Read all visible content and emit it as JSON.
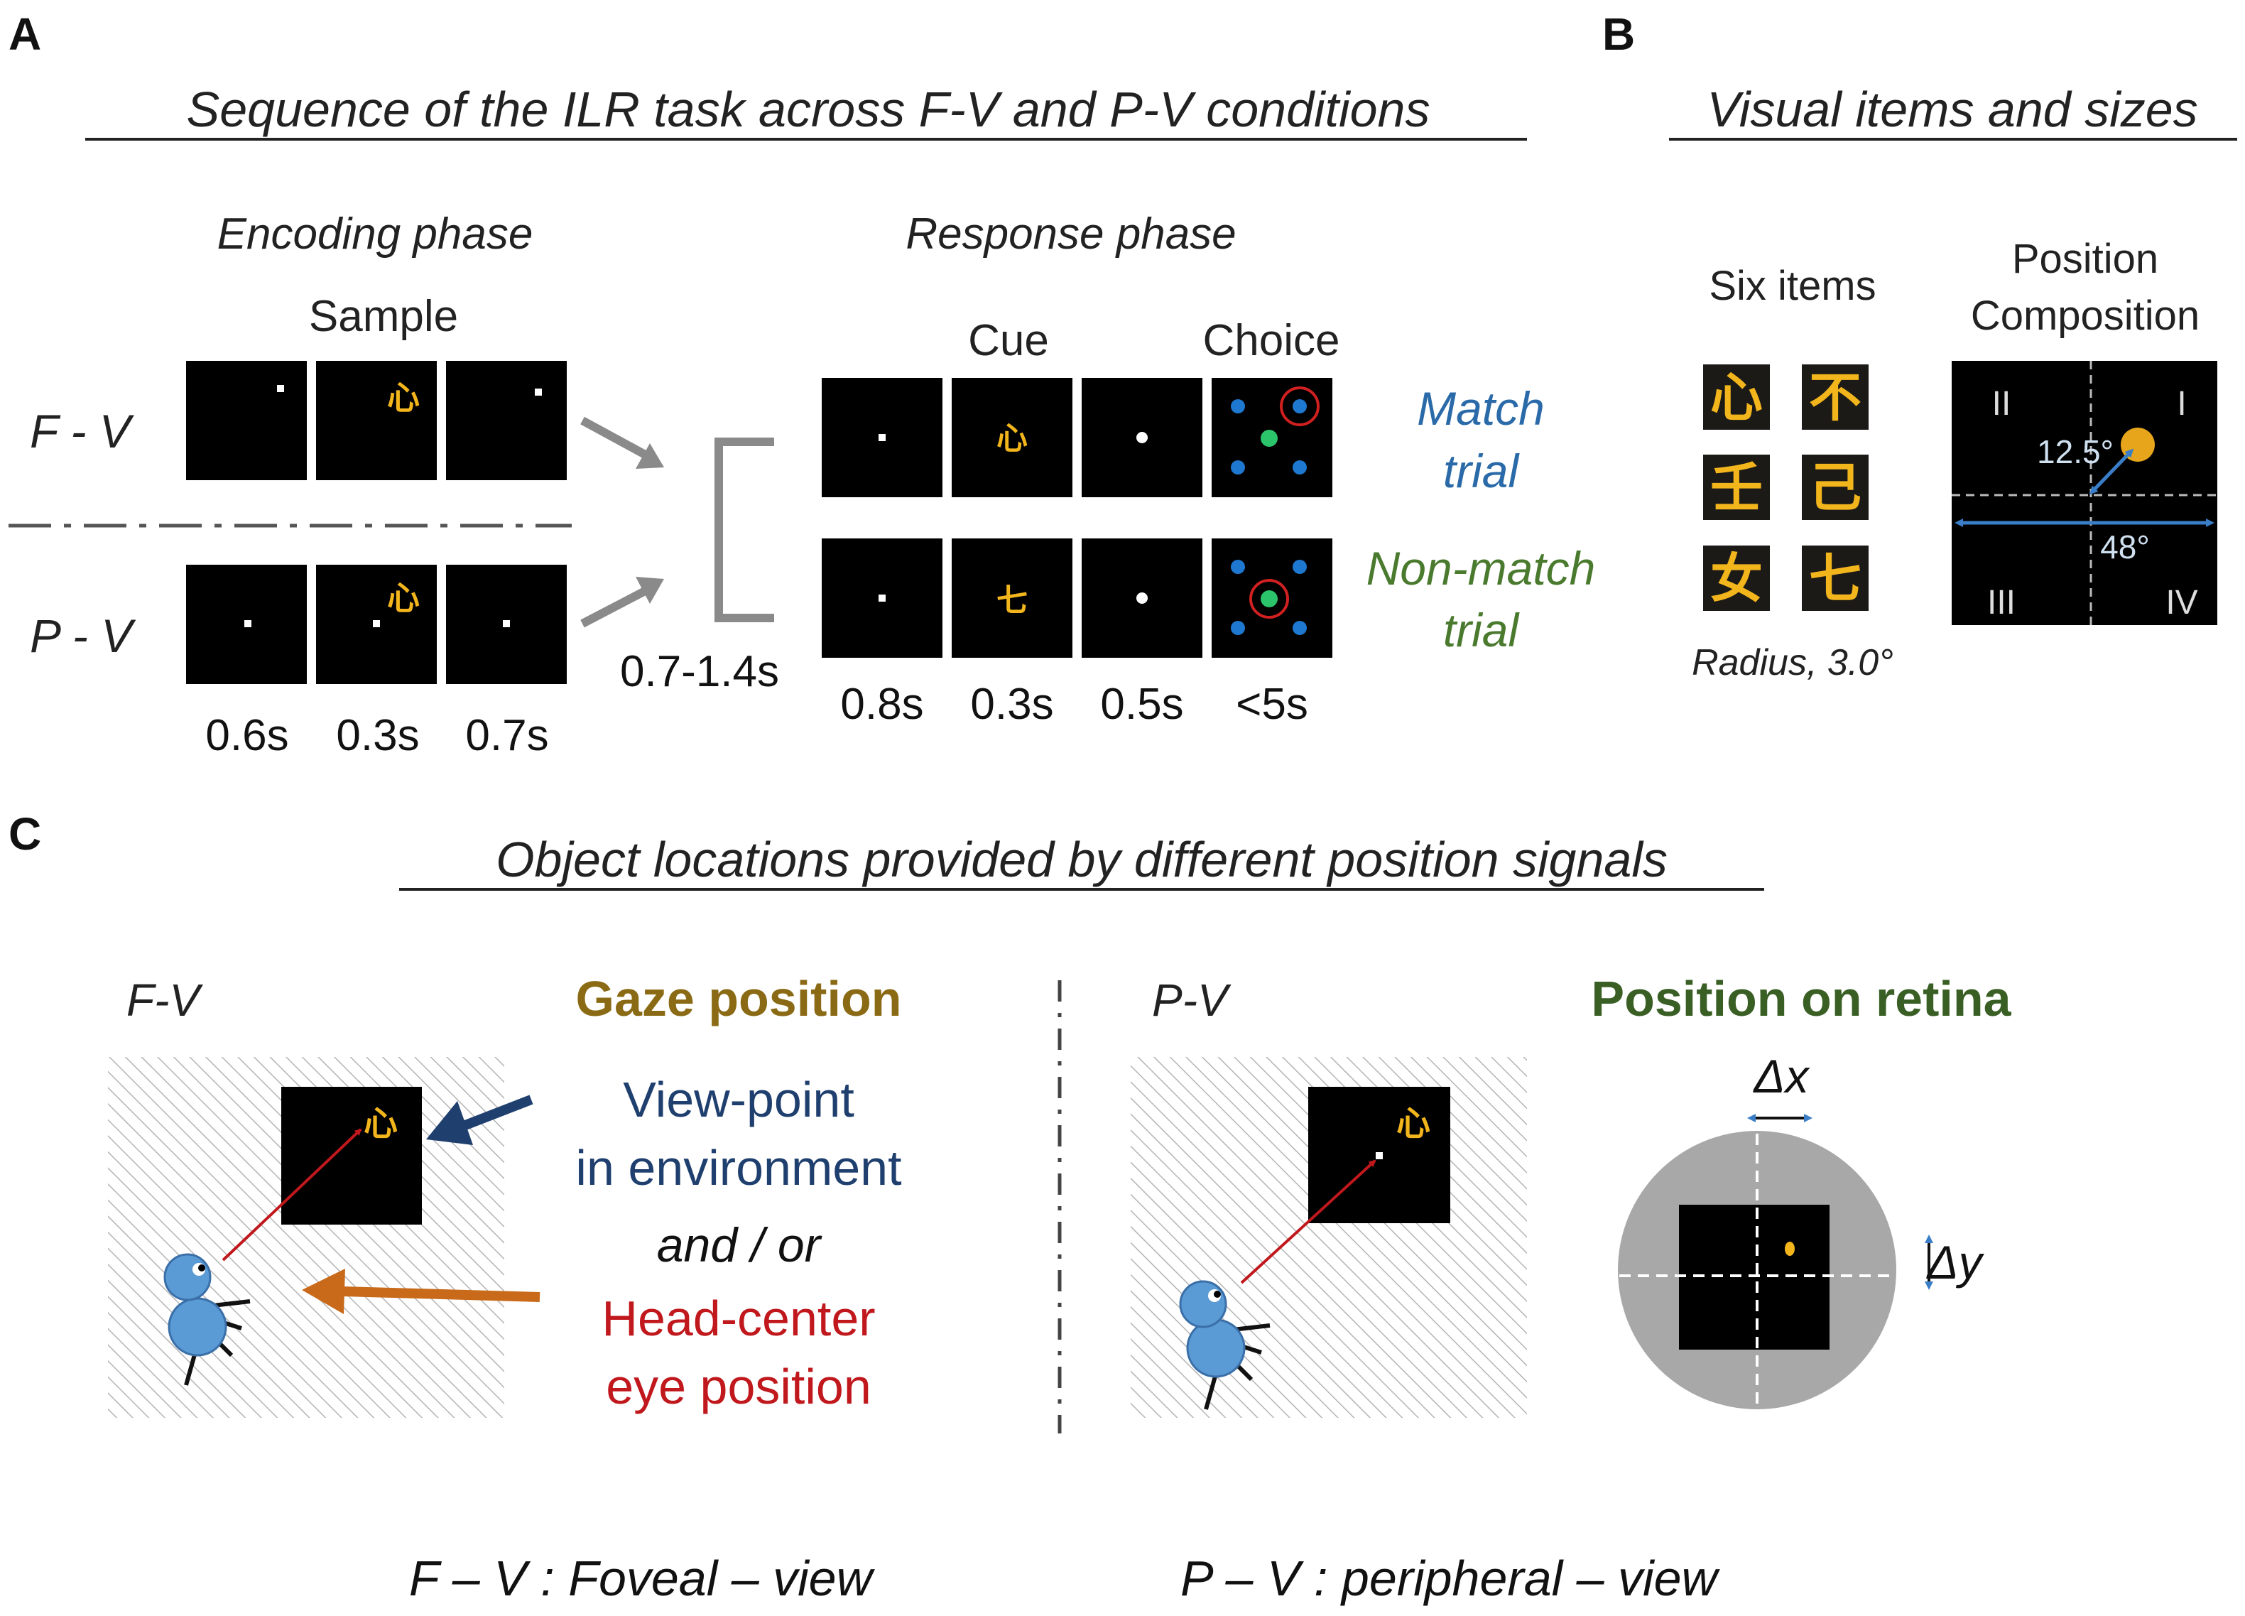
{
  "panel_a": {
    "letter": "A",
    "title": "Sequence of the ILR task across F-V and P-V conditions",
    "encoding_label": "Encoding phase",
    "response_label": "Response phase",
    "sample_label": "Sample",
    "cue_label": "Cue",
    "choice_label": "Choice",
    "fv_label": "F - V",
    "pv_label": "P - V",
    "encoding_times": [
      "0.6s",
      "0.3s",
      "0.7s"
    ],
    "delay_time": "0.7-1.4s",
    "response_times": [
      "0.8s",
      "0.3s",
      "0.5s",
      "<5s"
    ],
    "match_line1": "Match",
    "match_line2": "trial",
    "nonmatch_line1": "Non-match",
    "nonmatch_line2": "trial",
    "glyphs": {
      "sample": "心",
      "nonmatch_cue": "七"
    }
  },
  "panel_b": {
    "letter": "B",
    "title": "Visual items and sizes",
    "six_items_label": "Six items",
    "items": [
      "心",
      "不",
      "壬",
      "己",
      "女",
      "七"
    ],
    "radius_label": "Radius, 3.0°",
    "position_line1": "Position",
    "position_line2": "Composition",
    "quadrants": [
      "II",
      "I",
      "III",
      "IV"
    ],
    "eccentricity": "12.5°",
    "width": "48°"
  },
  "panel_c": {
    "letter": "C",
    "title": "Object locations provided by different position signals",
    "fv_label": "F-V",
    "pv_label": "P-V",
    "gaze_position": "Gaze position",
    "viewpoint_line1": "View-point",
    "viewpoint_line2": "in environment",
    "and_or": "and / or",
    "headcenter_line1": "Head-center",
    "headcenter_line2": "eye position",
    "retina_label": "Position on retina",
    "dx": "Δx",
    "dy": "Δy",
    "fv_def": "F – V :  Foveal – view",
    "pv_def": "P – V :  peripheral – view"
  },
  "colors": {
    "item_gold": "#f2b51c",
    "item_bg": "#1c1a17",
    "match_blue": "#2a6aa8",
    "nonmatch_green": "#4a7a2e",
    "gaze_gold": "#8a6a14",
    "viewpoint_navy": "#1f3f6e",
    "headcenter_red": "#c0181c",
    "retina_green": "#3a5f24",
    "dot_blue": "#1e78d0",
    "dot_green": "#2cc46a",
    "arrow_gray": "#8a8a8a",
    "ant_blue": "#5b9bd5",
    "orange_arrow": "#c86a1a"
  }
}
